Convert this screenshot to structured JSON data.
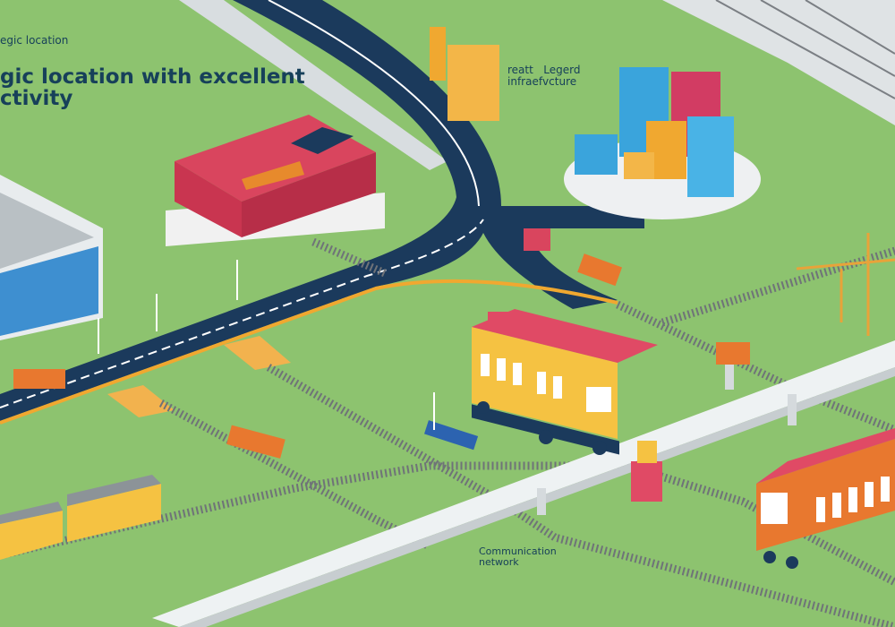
{
  "header": {
    "subtitle": "egic location",
    "title_line1": "gic location with excellent",
    "title_line2": "ctivity"
  },
  "legend": {
    "line1": "reatt   Legerd",
    "line2": "infraefvcture"
  },
  "labels": {
    "communication_line1": "Communication",
    "communication_line2": "network"
  },
  "colors": {
    "grass": "#8dc36f",
    "road": "#1b3a5c",
    "road_edge": "#f0a830",
    "track": "#6f7378",
    "viaduct": "#e9eef0",
    "train_yellow": "#f5c242",
    "train_red": "#e0455f",
    "train_orange": "#e8782f"
  }
}
